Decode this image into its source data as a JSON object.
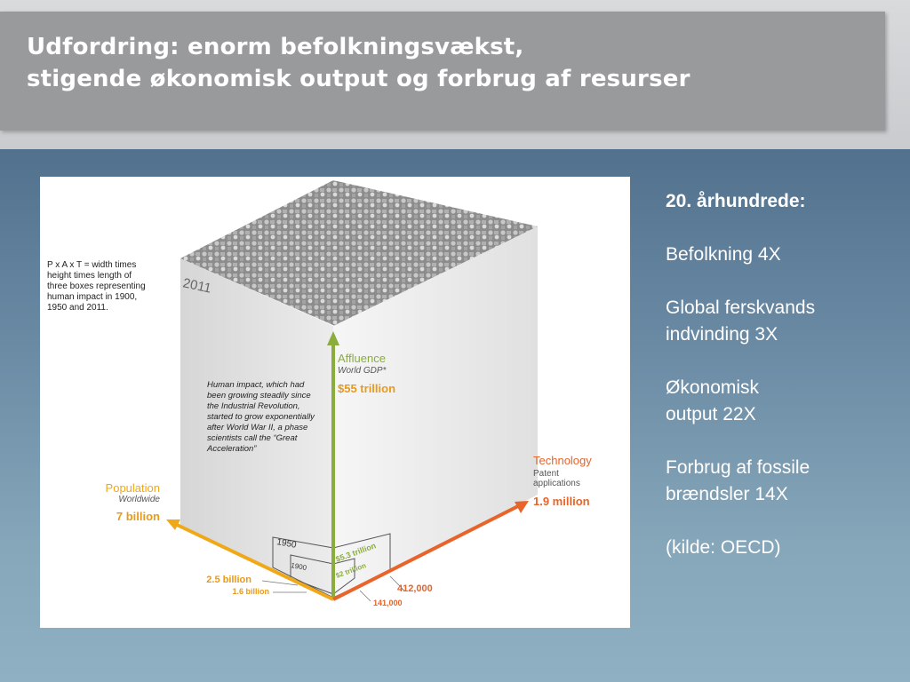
{
  "slide": {
    "title_line1": "Udfordring: enorm befolkningsvækst,",
    "title_line2": "stigende økonomisk output og forbrug af resurser"
  },
  "figure": {
    "year_label": "2011",
    "pat_note": "P x A x T = width times height times length of three boxes representing human impact in 1900, 1950 and 2011.",
    "impact_note": "Human impact, which had been growing steadily since the Industrial Revolution, started to grow exponentially after World War II, a phase scientists call the “Great Acceleration”",
    "affluence": {
      "label": "Affluence",
      "sublabel": "World GDP*",
      "value": "$55 trillion"
    },
    "population": {
      "label": "Population",
      "sublabel": "Worldwide",
      "value": "7 billion",
      "v1950": "2.5 billion",
      "v1900": "1.6 billion"
    },
    "technology": {
      "label": "Technology",
      "sublabel1": "Patent",
      "sublabel2": "applications",
      "value": "1.9 million",
      "v1950": "412,000",
      "v1900": "141,000"
    },
    "box1950": {
      "year": "1950",
      "gdp": "$5.3 trillion"
    },
    "box1900": {
      "year": "1900",
      "gdp": "$2 trillion"
    },
    "colors": {
      "affluence": "#8aad3c",
      "population": "#f0a818",
      "technology": "#e8642a"
    }
  },
  "sidebar": {
    "heading": "20. århundrede:",
    "item1": "Befolkning 4X",
    "item2_line1": "Global ferskvands",
    "item2_line2": "indvinding 3X",
    "item3_line1": "Økonomisk",
    "item3_line2": "output 22X",
    "item4_line1": "Forbrug af fossile",
    "item4_line2": "brændsler 14X",
    "source": "(kilde: OECD)"
  }
}
